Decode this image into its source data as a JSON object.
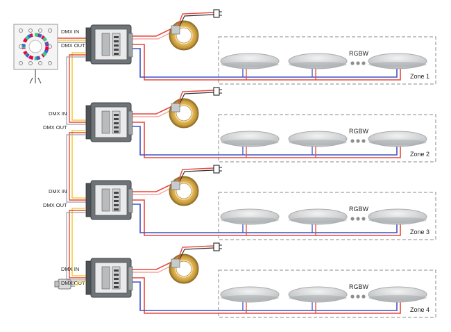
{
  "labels": {
    "dmx_in": "DMX IN",
    "dmx_out": "DMX OUT",
    "rgbw": "RGBW"
  },
  "zones": [
    {
      "label": "Zone 1"
    },
    {
      "label": "Zone 2"
    },
    {
      "label": "Zone 3"
    },
    {
      "label": "Zone 4"
    }
  ],
  "colors": {
    "wire_red": "#e8463c",
    "wire_blue": "#3a55c4",
    "wire_yellow": "#f2cf3a",
    "enclosure": "#6f7479",
    "lamp": "#cfd1d2",
    "zone_border": "#8a8a8a"
  },
  "icons": [
    "dmx-touch-controller-icon",
    "dmx-decoder-icon",
    "toroidal-transformer-icon",
    "power-plug-icon",
    "rgbw-lamp-icon",
    "dmx-terminator-icon"
  ]
}
